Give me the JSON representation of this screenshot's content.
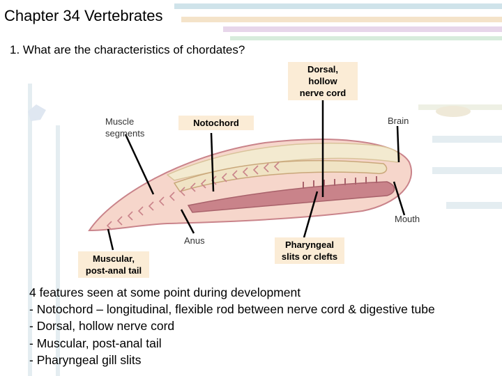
{
  "slide": {
    "title": "Chapter 34 Vertebrates",
    "question": "1.  What are the characteristics of chordates?"
  },
  "diagram": {
    "labels": {
      "dorsal_nerve_cord": "Dorsal,\nhollow\nnerve cord",
      "brain": "Brain",
      "muscle_segments": "Muscle\nsegments",
      "notochord": "Notochord",
      "mouth": "Mouth",
      "anus": "Anus",
      "pharyngeal_slits": "Pharyngeal\nslits or clefts",
      "muscular_tail": "Muscular,\npost-anal tail"
    }
  },
  "bullets": [
    "4 features seen at some point during development",
    "- Notochord – longitudinal, flexible rod between nerve cord & digestive tube",
    "- Dorsal, hollow nerve cord",
    "- Muscular, post-anal tail",
    "- Pharyngeal gill slits"
  ],
  "colors": {
    "body_fill": "#f6d6cb",
    "nerve_cord": "#f3ead0",
    "notochord": "#f0e3c4",
    "gut": "#c9838a",
    "label_box": "#fbecd6"
  }
}
